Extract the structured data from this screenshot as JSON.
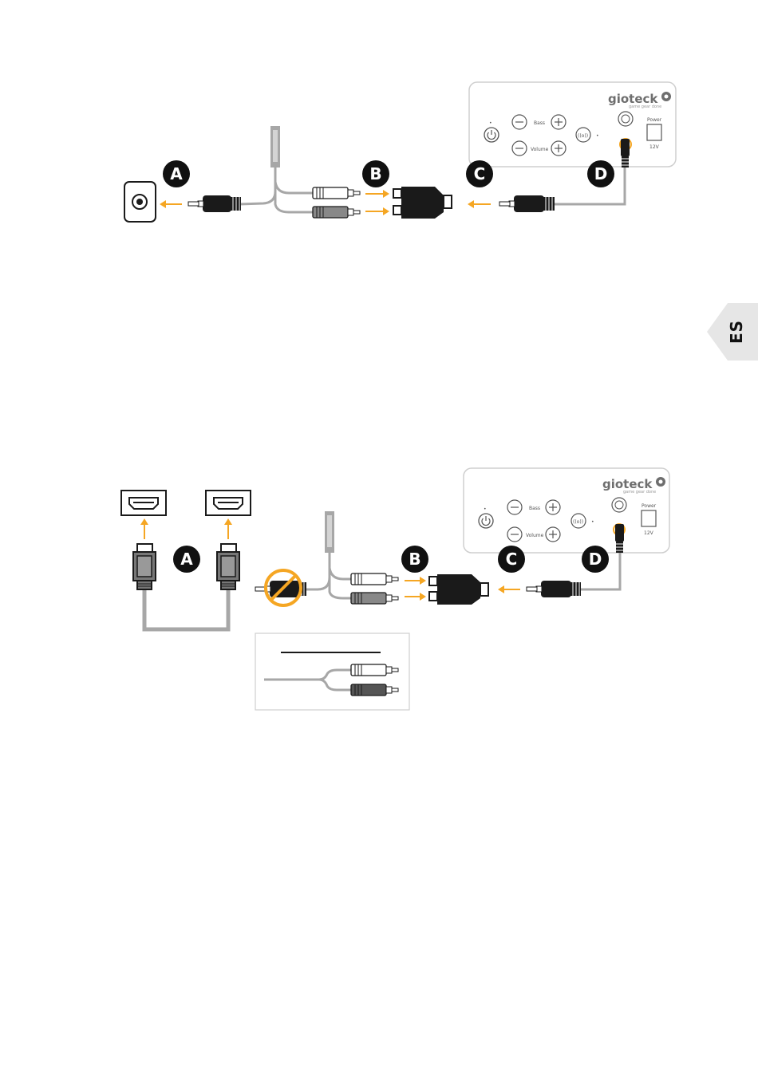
{
  "page": {
    "language_tab": "ES"
  },
  "colors": {
    "arrow": "#f5a623",
    "cable": "#a7a7a7",
    "plug": "#1a1a1a",
    "badge": "#111111",
    "tab": "#e6e6e6"
  },
  "diagram1": {
    "labels": {
      "a": "A",
      "b": "B",
      "c": "C",
      "d": "D"
    },
    "speaker": {
      "brand": "gioteck",
      "tagline": "game gear done",
      "bass": "Bass",
      "volume": "Volume",
      "power": "Power",
      "voltage": "12V"
    }
  },
  "diagram2": {
    "labels": {
      "a": "A",
      "b": "B",
      "c": "C",
      "d": "D"
    },
    "speaker": {
      "brand": "gioteck",
      "tagline": "game gear done",
      "bass": "Bass",
      "volume": "Volume",
      "power": "Power",
      "voltage": "12V"
    }
  },
  "icons": [
    "headphone-socket-icon",
    "hdmi-port-icon",
    "hdmi-plug-icon",
    "audio-jack-plug-icon",
    "rca-plug-icon",
    "rca-adapter-icon",
    "power-button-icon",
    "plus-icon",
    "minus-icon",
    "prohibited-icon"
  ]
}
